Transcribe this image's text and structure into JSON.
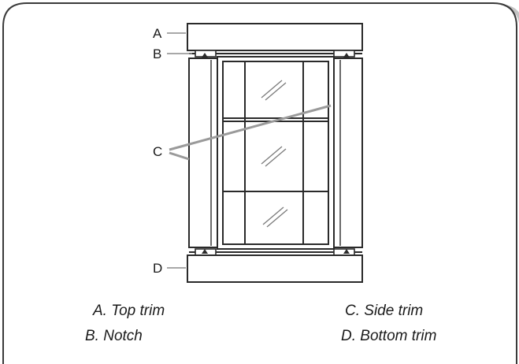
{
  "callouts": {
    "a": "A",
    "b": "B",
    "c": "C",
    "d": "D"
  },
  "legend": {
    "a": "A. Top trim",
    "b": "B. Notch",
    "c": "C. Side trim",
    "d": "D. Bottom trim"
  },
  "colors": {
    "frame_border": "#3a3a3a",
    "frame_shadow": "#b5b5b5",
    "trim_stroke": "#2a2a2a",
    "trim_fill": "#ffffff",
    "leader_line": "#8c8c8c",
    "glass_glare": "#7a7a7a"
  }
}
